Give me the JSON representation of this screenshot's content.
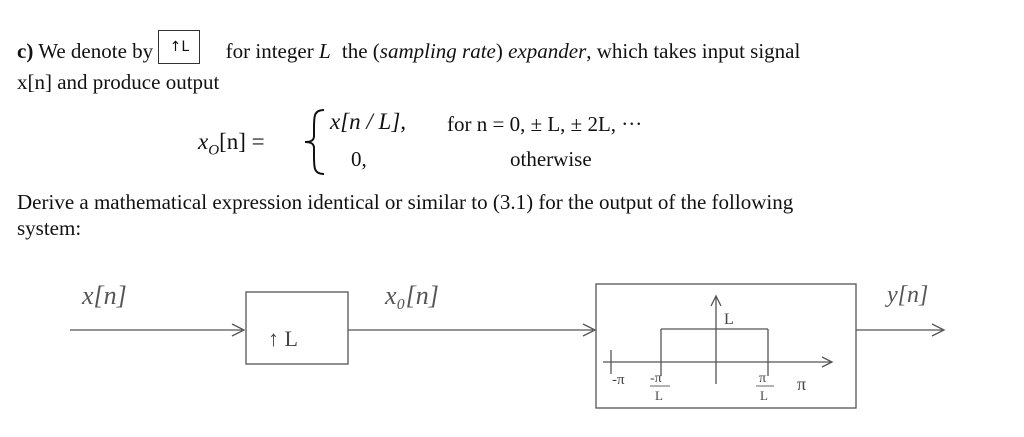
{
  "part_c": {
    "label": "c)",
    "line1_a": "We denote by",
    "inline_symbol": "↑L",
    "line1_b": "for integer",
    "L": "L",
    "line1_c": "the (",
    "sampling_rate": "sampling rate",
    "line1_d": ")",
    "expander": "expander",
    "line1_e": ", which takes input signal",
    "line2": "x[n] and produce output"
  },
  "equation": {
    "lhs": "x",
    "lhs_sub": "O",
    "lhs_arg": "[n] =",
    "case1": "x[n / L],",
    "case1_cond": "for n = 0,  ± L,  ± 2L, ···",
    "case2": "0,",
    "case2_cond": "otherwise"
  },
  "derive": {
    "line1": "Derive a mathematical expression identical or similar to (3.1) for the output of the following",
    "line2": "system:"
  },
  "diagram": {
    "input_label": "x[n]",
    "expander_label": "↑ L",
    "mid_label": "x₀[n]",
    "output_label": "y[n]",
    "filter_gain": "L",
    "tick_neg_pi": "-π",
    "tick_neg_pi_over_L_num": "-π",
    "tick_neg_pi_over_L_den": "L",
    "tick_pi_over_L_num": "π",
    "tick_pi_over_L_den": "L",
    "tick_pi": "π"
  }
}
